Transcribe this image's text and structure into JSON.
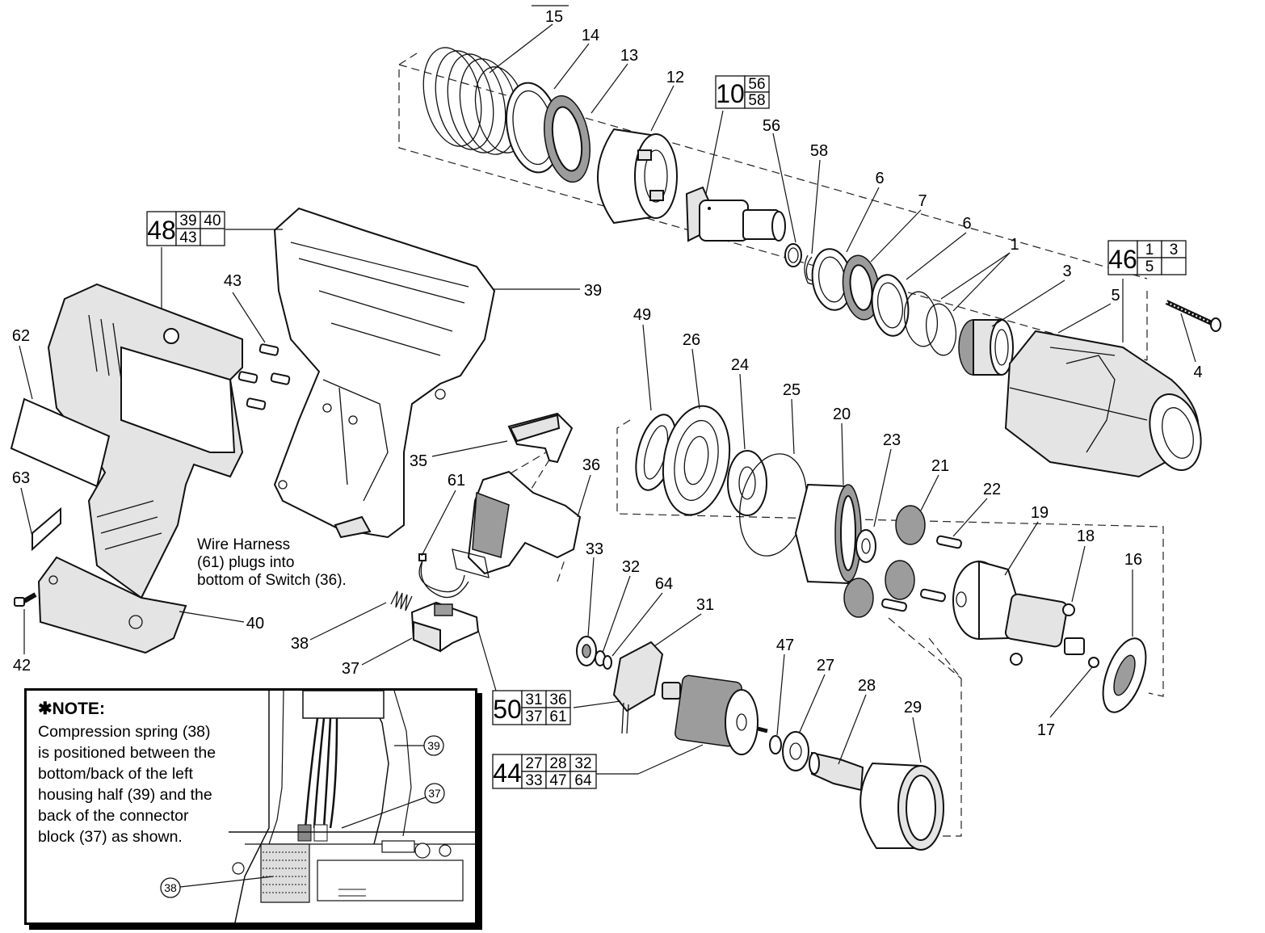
{
  "callouts": [
    {
      "id": "p15",
      "label": "15"
    },
    {
      "id": "p14",
      "label": "14"
    },
    {
      "id": "p13",
      "label": "13"
    },
    {
      "id": "p12",
      "label": "12"
    },
    {
      "id": "p56",
      "label": "56"
    },
    {
      "id": "p58",
      "label": "58"
    },
    {
      "id": "p6a",
      "label": "6"
    },
    {
      "id": "p7",
      "label": "7"
    },
    {
      "id": "p6b",
      "label": "6"
    },
    {
      "id": "p1",
      "label": "1"
    },
    {
      "id": "p3",
      "label": "3"
    },
    {
      "id": "p5",
      "label": "5"
    },
    {
      "id": "p4",
      "label": "4"
    },
    {
      "id": "p39",
      "label": "39"
    },
    {
      "id": "p43",
      "label": "43"
    },
    {
      "id": "p62",
      "label": "62"
    },
    {
      "id": "p63",
      "label": "63"
    },
    {
      "id": "p42",
      "label": "42"
    },
    {
      "id": "p40",
      "label": "40"
    },
    {
      "id": "p35",
      "label": "35"
    },
    {
      "id": "p36",
      "label": "36"
    },
    {
      "id": "p61",
      "label": "61"
    },
    {
      "id": "p38",
      "label": "38"
    },
    {
      "id": "p37",
      "label": "37"
    },
    {
      "id": "p49",
      "label": "49"
    },
    {
      "id": "p26",
      "label": "26"
    },
    {
      "id": "p24",
      "label": "24"
    },
    {
      "id": "p25",
      "label": "25"
    },
    {
      "id": "p20",
      "label": "20"
    },
    {
      "id": "p23",
      "label": "23"
    },
    {
      "id": "p21",
      "label": "21"
    },
    {
      "id": "p22",
      "label": "22"
    },
    {
      "id": "p19",
      "label": "19"
    },
    {
      "id": "p18",
      "label": "18"
    },
    {
      "id": "p16",
      "label": "16"
    },
    {
      "id": "p17",
      "label": "17"
    },
    {
      "id": "p33",
      "label": "33"
    },
    {
      "id": "p32",
      "label": "32"
    },
    {
      "id": "p64",
      "label": "64"
    },
    {
      "id": "p31",
      "label": "31"
    },
    {
      "id": "p47",
      "label": "47"
    },
    {
      "id": "p27",
      "label": "27"
    },
    {
      "id": "p28",
      "label": "28"
    },
    {
      "id": "p29",
      "label": "29"
    }
  ],
  "kits": {
    "k10": {
      "main": "10",
      "cells": [
        "56",
        "58"
      ]
    },
    "k48": {
      "main": "48",
      "cells": [
        "39",
        "40",
        "43",
        ""
      ]
    },
    "k46": {
      "main": "46",
      "cells": [
        "1",
        "3",
        "5",
        ""
      ]
    },
    "k50": {
      "main": "50",
      "cells": [
        "31",
        "36",
        "37",
        "61"
      ]
    },
    "k44": {
      "main": "44",
      "cells": [
        "27",
        "28",
        "32",
        "33",
        "47",
        "64"
      ]
    }
  },
  "harness_note": "Wire Harness\n(61) plugs into\nbottom of Switch (36).",
  "note": {
    "symbol": "✱",
    "title": "NOTE:",
    "body": "Compression spring (38)\nis positioned between the\nbottom/back of the left\nhousing half (39) and the\nback of the connector\nblock (37) as shown.",
    "refs": {
      "r39": "39",
      "r37": "37",
      "r38": "38"
    }
  }
}
